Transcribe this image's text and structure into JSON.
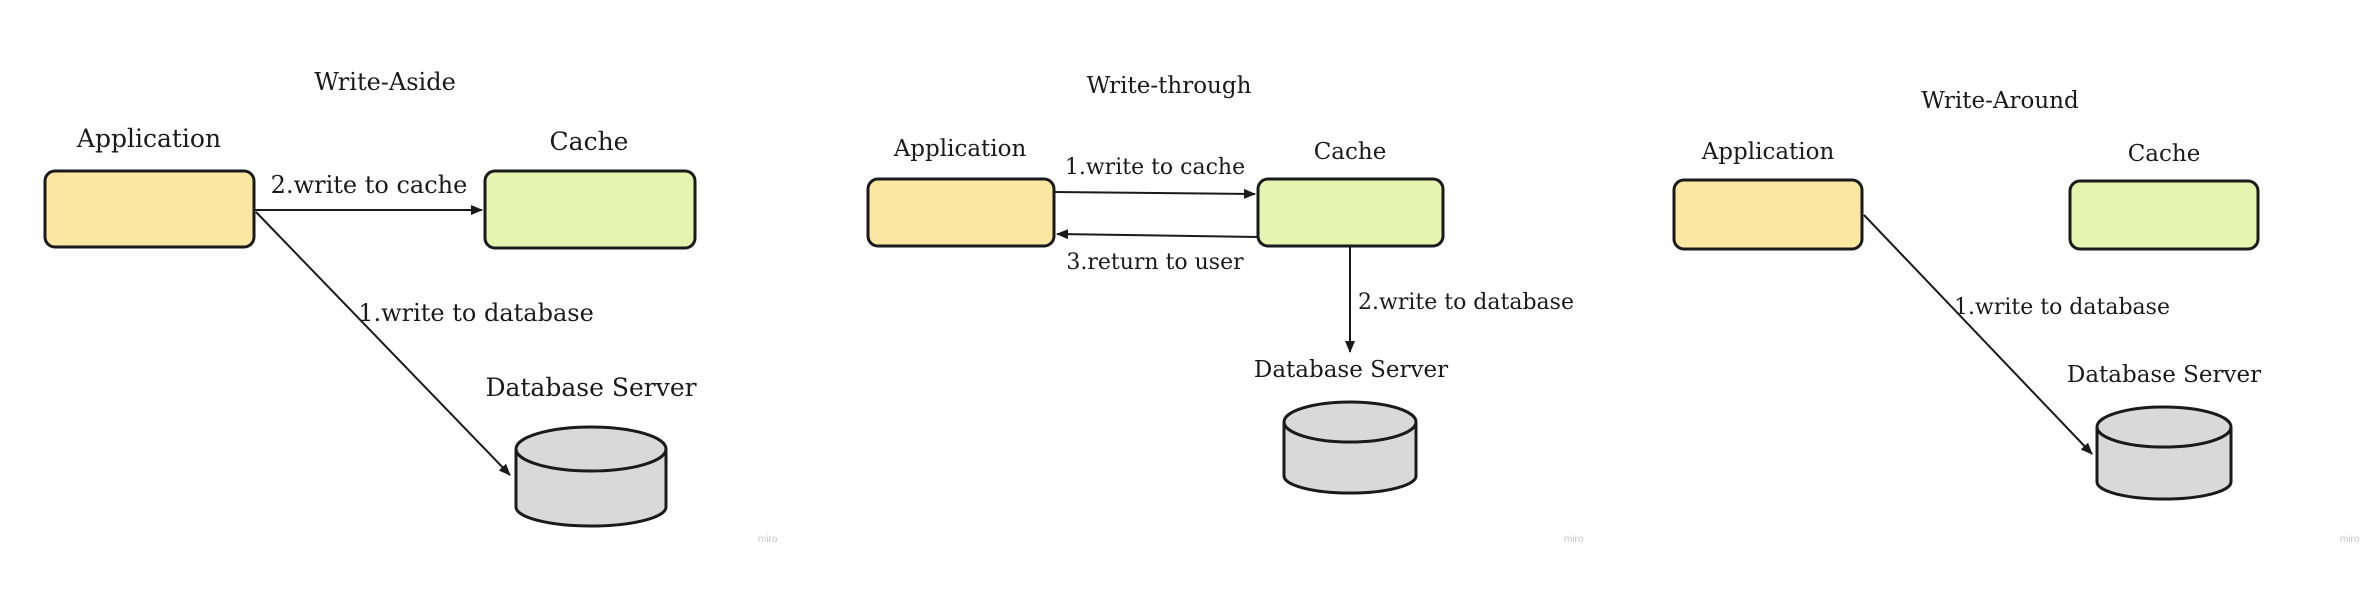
{
  "colors": {
    "application_fill": "#FCE7A2",
    "cache_fill": "#E5F5B0",
    "database_fill": "#D9D9D9",
    "stroke": "#1a1a1a"
  },
  "panels": [
    {
      "title": "Write-Aside",
      "application_label": "Application",
      "cache_label": "Cache",
      "database_label": "Database Server",
      "arrow_app_to_cache": "2.write to cache",
      "arrow_app_to_db": "1.write to database",
      "watermark": "miro"
    },
    {
      "title": "Write-through",
      "application_label": "Application",
      "cache_label": "Cache",
      "database_label": "Database Server",
      "arrow_app_to_cache": "1.write to cache",
      "arrow_cache_to_app": "3.return to user",
      "arrow_cache_to_db": "2.write to database",
      "watermark": "miro"
    },
    {
      "title": "Write-Around",
      "application_label": "Application",
      "cache_label": "Cache",
      "database_label": "Database Server",
      "arrow_app_to_db": "1.write to database",
      "watermark": "miro"
    }
  ]
}
